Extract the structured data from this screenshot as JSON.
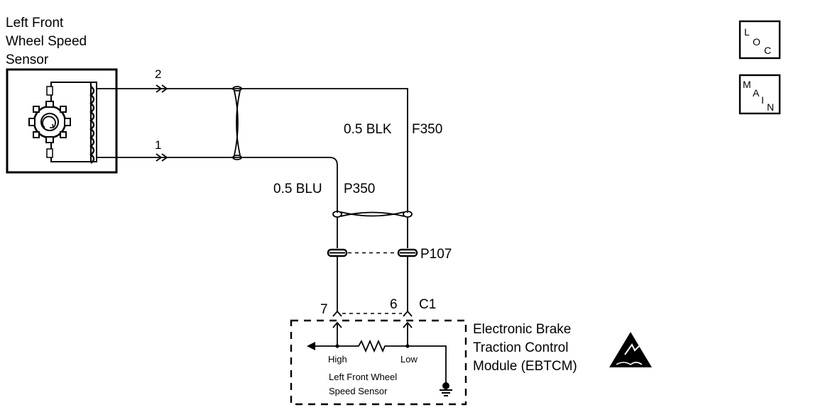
{
  "sensor": {
    "title_line1": "Left Front",
    "title_line2": "Wheel Speed",
    "title_line3": "Sensor"
  },
  "pins": {
    "sensor_pin_2": "2",
    "sensor_pin_1": "1",
    "module_pin_7": "7",
    "module_pin_6": "6",
    "module_connector": "C1"
  },
  "wires": {
    "blk_gauge_color": "0.5 BLK",
    "blk_circuit": "F350",
    "blu_gauge_color": "0.5 BLU",
    "blu_circuit": "P350"
  },
  "inline_connector": "P107",
  "module": {
    "name_line1": "Electronic Brake",
    "name_line2": "Traction Control",
    "name_line3": "Module (EBTCM)",
    "high_label": "High",
    "low_label": "Low",
    "inner_line1": "Left Front Wheel",
    "inner_line2": "Speed Sensor"
  },
  "legend": {
    "loc": {
      "a": "L",
      "b": "O",
      "c": "C"
    },
    "main": {
      "a": "M",
      "b": "A",
      "c": "I",
      "d": "N"
    }
  },
  "icons": [
    "esd-warning-icon",
    "ground-icon",
    "resistor-icon",
    "arrow-icon"
  ]
}
